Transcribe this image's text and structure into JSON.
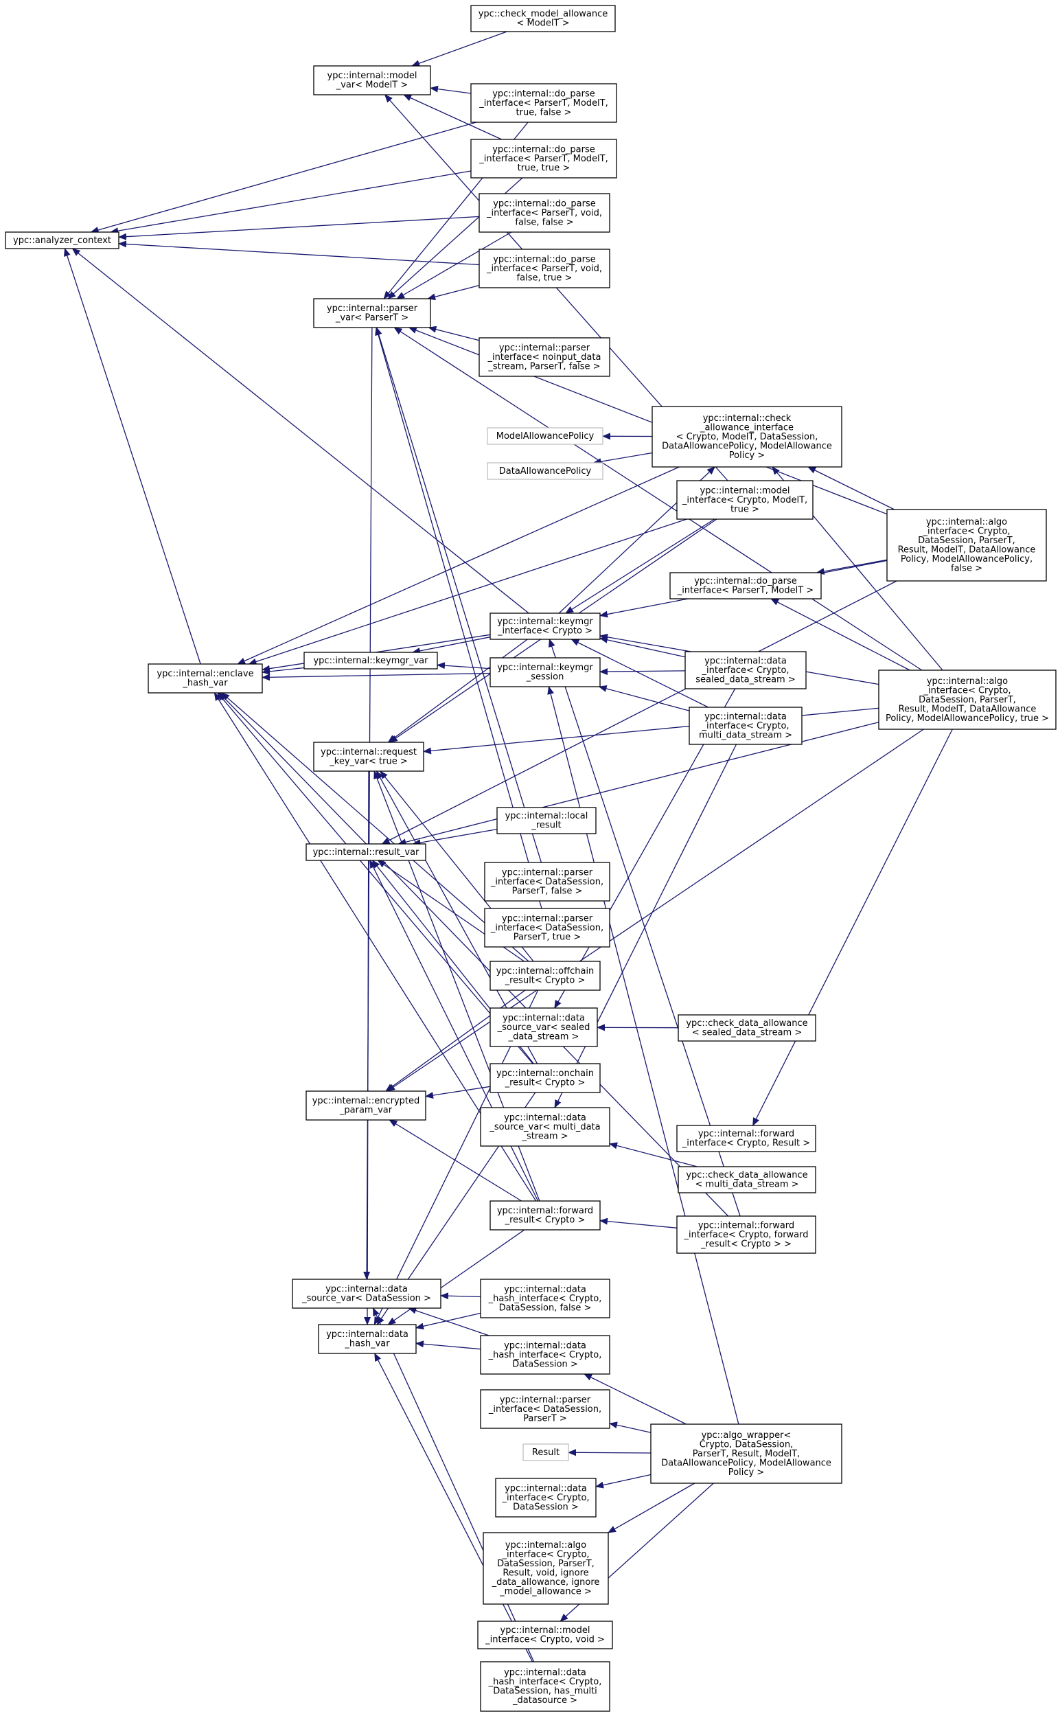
{
  "colors": {
    "edge": "#191970",
    "node_border": "#000000",
    "external_border": "#bfbfbf",
    "background": "#ffffff"
  },
  "nodes": [
    {
      "id": "n_check_model",
      "lines": [
        "ypc::check_model_allowance",
        "< ModelT >"
      ]
    },
    {
      "id": "n_model_var",
      "lines": [
        "ypc::internal::model",
        "_var< ModelT >"
      ]
    },
    {
      "id": "n_dpi_mt_tf",
      "lines": [
        "ypc::internal::do_parse",
        "_interface< ParserT, ModelT,",
        "true, false >"
      ]
    },
    {
      "id": "n_dpi_mt_tt",
      "lines": [
        "ypc::internal::do_parse",
        "_interface< ParserT, ModelT,",
        "true, true >"
      ]
    },
    {
      "id": "n_analyzer",
      "lines": [
        "ypc::analyzer_context"
      ]
    },
    {
      "id": "n_dpi_v_ff",
      "lines": [
        "ypc::internal::do_parse",
        "_interface< ParserT, void,",
        "false, false >"
      ]
    },
    {
      "id": "n_dpi_v_ft",
      "lines": [
        "ypc::internal::do_parse",
        "_interface< ParserT, void,",
        "false, true >"
      ]
    },
    {
      "id": "n_parser_var",
      "lines": [
        "ypc::internal::parser",
        "_var< ParserT >"
      ]
    },
    {
      "id": "n_pi_noinput",
      "lines": [
        "ypc::internal::parser",
        "_interface< noinput_data",
        "_stream, ParserT, false >"
      ]
    },
    {
      "id": "n_model_policy",
      "external": true,
      "lines": [
        "ModelAllowancePolicy"
      ]
    },
    {
      "id": "n_data_policy",
      "external": true,
      "lines": [
        "DataAllowancePolicy"
      ]
    },
    {
      "id": "n_check_allow",
      "lines": [
        "ypc::internal::check",
        "_allowance_interface",
        "< Crypto, ModelT, DataSession,",
        "DataAllowancePolicy, ModelAllowance",
        "Policy >"
      ]
    },
    {
      "id": "n_model_iface",
      "lines": [
        "ypc::internal::model",
        "_interface< Crypto, ModelT,",
        "true >"
      ]
    },
    {
      "id": "n_algo_false",
      "lines": [
        "ypc::internal::algo",
        "_interface< Crypto,",
        "DataSession, ParserT,",
        "Result, ModelT, DataAllowance",
        "Policy, ModelAllowancePolicy,",
        "false >"
      ]
    },
    {
      "id": "n_dpi_pm",
      "lines": [
        "ypc::internal::do_parse",
        "_interface< ParserT, ModelT >"
      ]
    },
    {
      "id": "n_keymgr_iface",
      "lines": [
        "ypc::internal::keymgr",
        "_interface< Crypto >"
      ]
    },
    {
      "id": "n_keymgr_var",
      "lines": [
        "ypc::internal::keymgr_var"
      ]
    },
    {
      "id": "n_enclave",
      "lines": [
        "ypc::internal::enclave",
        "_hash_var"
      ]
    },
    {
      "id": "n_keymgr_session",
      "lines": [
        "ypc::internal::keymgr",
        "_session"
      ]
    },
    {
      "id": "n_di_sealed",
      "lines": [
        "ypc::internal::data",
        "_interface< Crypto,",
        "sealed_data_stream >"
      ]
    },
    {
      "id": "n_algo_true",
      "lines": [
        "ypc::internal::algo",
        "_interface< Crypto,",
        "DataSession, ParserT,",
        "Result, ModelT, DataAllowance",
        "Policy, ModelAllowancePolicy, true >"
      ]
    },
    {
      "id": "n_di_multi",
      "lines": [
        "ypc::internal::data",
        "_interface< Crypto,",
        "multi_data_stream >"
      ]
    },
    {
      "id": "n_request_key",
      "lines": [
        "ypc::internal::request",
        "_key_var< true >"
      ]
    },
    {
      "id": "n_local_result",
      "lines": [
        "ypc::internal::local",
        "_result"
      ]
    },
    {
      "id": "n_result_var",
      "lines": [
        "ypc::internal::result_var"
      ]
    },
    {
      "id": "n_pi_ds_false",
      "lines": [
        "ypc::internal::parser",
        "_interface< DataSession,",
        "ParserT, false >"
      ]
    },
    {
      "id": "n_pi_ds_true",
      "lines": [
        "ypc::internal::parser",
        "_interface< DataSession,",
        "ParserT, true >"
      ]
    },
    {
      "id": "n_offchain",
      "lines": [
        "ypc::internal::offchain",
        "_result< Crypto >"
      ]
    },
    {
      "id": "n_dsv_sealed",
      "lines": [
        "ypc::internal::data",
        "_source_var< sealed",
        "_data_stream >"
      ]
    },
    {
      "id": "n_check_data_sealed",
      "lines": [
        "ypc::check_data_allowance",
        "< sealed_data_stream >"
      ]
    },
    {
      "id": "n_onchain",
      "lines": [
        "ypc::internal::onchain",
        "_result< Crypto >"
      ]
    },
    {
      "id": "n_encrypted",
      "lines": [
        "ypc::internal::encrypted",
        "_param_var"
      ]
    },
    {
      "id": "n_dsv_multi",
      "lines": [
        "ypc::internal::data",
        "_source_var< multi_data",
        "_stream >"
      ]
    },
    {
      "id": "n_fwd_iface_result",
      "lines": [
        "ypc::internal::forward",
        "_interface< Crypto, Result >"
      ]
    },
    {
      "id": "n_check_data_multi",
      "lines": [
        "ypc::check_data_allowance",
        "< multi_data_stream >"
      ]
    },
    {
      "id": "n_fwd_result",
      "lines": [
        "ypc::internal::forward",
        "_result< Crypto >"
      ]
    },
    {
      "id": "n_fwd_iface_fr",
      "lines": [
        "ypc::internal::forward",
        "_interface< Crypto, forward",
        "_result< Crypto > >"
      ]
    },
    {
      "id": "n_dsv_ds",
      "lines": [
        "ypc::internal::data",
        "_source_var< DataSession >"
      ]
    },
    {
      "id": "n_dhi_false",
      "lines": [
        "ypc::internal::data",
        "_hash_interface< Crypto,",
        "DataSession, false >"
      ]
    },
    {
      "id": "n_data_hash_var",
      "lines": [
        "ypc::internal::data",
        "_hash_var"
      ]
    },
    {
      "id": "n_dhi_ds",
      "lines": [
        "ypc::internal::data",
        "_hash_interface< Crypto,",
        "DataSession >"
      ]
    },
    {
      "id": "n_pi_ds",
      "lines": [
        "ypc::internal::parser",
        "_interface< DataSession,",
        "ParserT >"
      ]
    },
    {
      "id": "n_algo_wrapper",
      "lines": [
        "ypc::algo_wrapper<",
        "Crypto, DataSession,",
        "ParserT, Result, ModelT,",
        "DataAllowancePolicy, ModelAllowance",
        "Policy >"
      ]
    },
    {
      "id": "n_result",
      "external": true,
      "lines": [
        "Result"
      ]
    },
    {
      "id": "n_di_ds",
      "lines": [
        "ypc::internal::data",
        "_interface< Crypto,",
        "DataSession >"
      ]
    },
    {
      "id": "n_algo_ignore",
      "lines": [
        "ypc::internal::algo",
        "_interface< Crypto,",
        "DataSession, ParserT,",
        "Result, void, ignore",
        "_data_allowance, ignore",
        "_model_allowance >"
      ]
    },
    {
      "id": "n_model_iface_void",
      "lines": [
        "ypc::internal::model",
        "_interface< Crypto, void >"
      ]
    },
    {
      "id": "n_dhi_multi",
      "lines": [
        "ypc::internal::data",
        "_hash_interface< Crypto,",
        "DataSession, has_multi",
        "_datasource >"
      ]
    }
  ],
  "edges": [
    [
      "n_model_var",
      "n_check_model"
    ],
    [
      "n_model_var",
      "n_dpi_mt_tf"
    ],
    [
      "n_model_var",
      "n_dpi_mt_tt"
    ],
    [
      "n_model_var",
      "n_model_iface"
    ],
    [
      "n_analyzer",
      "n_dpi_mt_tf"
    ],
    [
      "n_analyzer",
      "n_dpi_mt_tt"
    ],
    [
      "n_analyzer",
      "n_dpi_v_ff"
    ],
    [
      "n_analyzer",
      "n_dpi_v_ft"
    ],
    [
      "n_analyzer",
      "n_keymgr_iface"
    ],
    [
      "n_analyzer",
      "n_enclave"
    ],
    [
      "n_parser_var",
      "n_dpi_mt_tf"
    ],
    [
      "n_parser_var",
      "n_dpi_mt_tt"
    ],
    [
      "n_parser_var",
      "n_dpi_v_ff"
    ],
    [
      "n_parser_var",
      "n_dpi_v_ft"
    ],
    [
      "n_parser_var",
      "n_pi_noinput"
    ],
    [
      "n_parser_var",
      "n_algo_false"
    ],
    [
      "n_parser_var",
      "n_algo_true"
    ],
    [
      "n_parser_var",
      "n_pi_ds_false"
    ],
    [
      "n_parser_var",
      "n_pi_ds_true"
    ],
    [
      "n_model_policy",
      "n_check_allow"
    ],
    [
      "n_data_policy",
      "n_check_allow"
    ],
    [
      "n_check_allow",
      "n_algo_false"
    ],
    [
      "n_check_allow",
      "n_algo_true"
    ],
    [
      "n_check_allow",
      "n_keymgr_iface"
    ],
    [
      "n_dpi_pm",
      "n_algo_false"
    ],
    [
      "n_dpi_pm",
      "n_algo_true"
    ],
    [
      "n_enclave",
      "n_keymgr_iface"
    ],
    [
      "n_enclave",
      "n_keymgr_var"
    ],
    [
      "n_enclave",
      "n_keymgr_session"
    ],
    [
      "n_enclave",
      "n_check_allow"
    ],
    [
      "n_enclave",
      "n_model_iface"
    ],
    [
      "n_enclave",
      "n_offchain"
    ],
    [
      "n_enclave",
      "n_onchain"
    ],
    [
      "n_enclave",
      "n_fwd_result"
    ],
    [
      "n_enclave",
      "n_fwd_iface_fr"
    ],
    [
      "n_keymgr_var",
      "n_keymgr_iface"
    ],
    [
      "n_keymgr_var",
      "n_keymgr_session"
    ],
    [
      "n_keymgr_iface",
      "n_model_iface"
    ],
    [
      "n_keymgr_iface",
      "n_di_sealed"
    ],
    [
      "n_keymgr_iface",
      "n_di_multi"
    ],
    [
      "n_keymgr_iface",
      "n_algo_false"
    ],
    [
      "n_keymgr_iface",
      "n_algo_true"
    ],
    [
      "n_keymgr_iface",
      "n_fwd_iface_fr"
    ],
    [
      "n_keymgr_session",
      "n_di_sealed"
    ],
    [
      "n_keymgr_session",
      "n_di_multi"
    ],
    [
      "n_keymgr_session",
      "n_algo_wrapper"
    ],
    [
      "n_request_key",
      "n_algo_true"
    ],
    [
      "n_request_key",
      "n_model_iface"
    ],
    [
      "n_request_key",
      "n_keymgr_iface"
    ],
    [
      "n_request_key",
      "n_offchain"
    ],
    [
      "n_request_key",
      "n_onchain"
    ],
    [
      "n_request_key",
      "n_fwd_result"
    ],
    [
      "n_result_var",
      "n_local_result"
    ],
    [
      "n_result_var",
      "n_offchain"
    ],
    [
      "n_result_var",
      "n_onchain"
    ],
    [
      "n_result_var",
      "n_fwd_result"
    ],
    [
      "n_result_var",
      "n_algo_false"
    ],
    [
      "n_result_var",
      "n_algo_true"
    ],
    [
      "n_dsv_sealed",
      "n_check_data_sealed"
    ],
    [
      "n_dsv_sealed",
      "n_di_sealed"
    ],
    [
      "n_dsv_multi",
      "n_check_data_multi"
    ],
    [
      "n_dsv_multi",
      "n_di_multi"
    ],
    [
      "n_encrypted",
      "n_offchain"
    ],
    [
      "n_encrypted",
      "n_onchain"
    ],
    [
      "n_encrypted",
      "n_fwd_result"
    ],
    [
      "n_encrypted",
      "n_algo_true"
    ],
    [
      "n_fwd_iface_result",
      "n_algo_true"
    ],
    [
      "n_fwd_result",
      "n_fwd_iface_fr"
    ],
    [
      "n_dsv_ds",
      "n_dhi_false"
    ],
    [
      "n_dsv_ds",
      "n_dhi_ds"
    ],
    [
      "n_dsv_ds",
      "n_dhi_multi"
    ],
    [
      "n_dsv_ds",
      "n_parser_var"
    ],
    [
      "n_data_hash_var",
      "n_dhi_false"
    ],
    [
      "n_data_hash_var",
      "n_dhi_ds"
    ],
    [
      "n_data_hash_var",
      "n_dhi_multi"
    ],
    [
      "n_data_hash_var",
      "n_request_key"
    ],
    [
      "n_data_hash_var",
      "n_fwd_result"
    ],
    [
      "n_data_hash_var",
      "n_offchain"
    ],
    [
      "n_data_hash_var",
      "n_onchain"
    ],
    [
      "n_dhi_ds",
      "n_algo_wrapper"
    ],
    [
      "n_pi_ds",
      "n_algo_wrapper"
    ],
    [
      "n_result",
      "n_algo_wrapper"
    ],
    [
      "n_di_ds",
      "n_algo_wrapper"
    ],
    [
      "n_algo_ignore",
      "n_algo_wrapper"
    ],
    [
      "n_model_iface_void",
      "n_algo_wrapper"
    ]
  ]
}
